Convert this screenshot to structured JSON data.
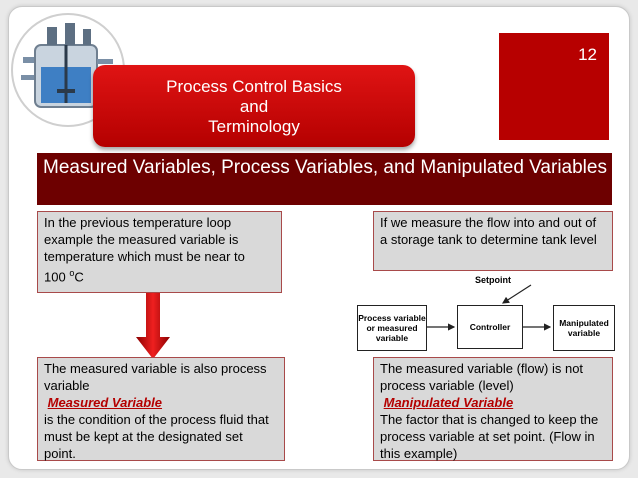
{
  "slide": {
    "number": "12",
    "title_lines": [
      "Process Control Basics",
      "and",
      "Terminology"
    ],
    "section_heading": "Measured Variables, Process Variables, and Manipulated Variables"
  },
  "left_top": {
    "text": "In the previous temperature loop example the measured variable is temperature which must be near to 100",
    "unit_sup": "o",
    "unit": "C"
  },
  "right_top": {
    "text": "If we measure the flow  into and out of a storage tank to determine tank level"
  },
  "diagram": {
    "setpoint": "Setpoint",
    "nodes": [
      "Process variable or measured variable",
      "Controller",
      "Manipulated variable"
    ]
  },
  "left_bottom": {
    "line1": "The measured variable is also process variable",
    "keyword": "Measured Variable",
    "line2": "is the condition of the process fluid that must be kept at the designated set point."
  },
  "right_bottom": {
    "line1": "The measured variable (flow) is not process variable (level)",
    "keyword": "Manipulated Variable",
    "line2": "The factor that is changed to keep the process variable at set point. (Flow in this example)"
  }
}
